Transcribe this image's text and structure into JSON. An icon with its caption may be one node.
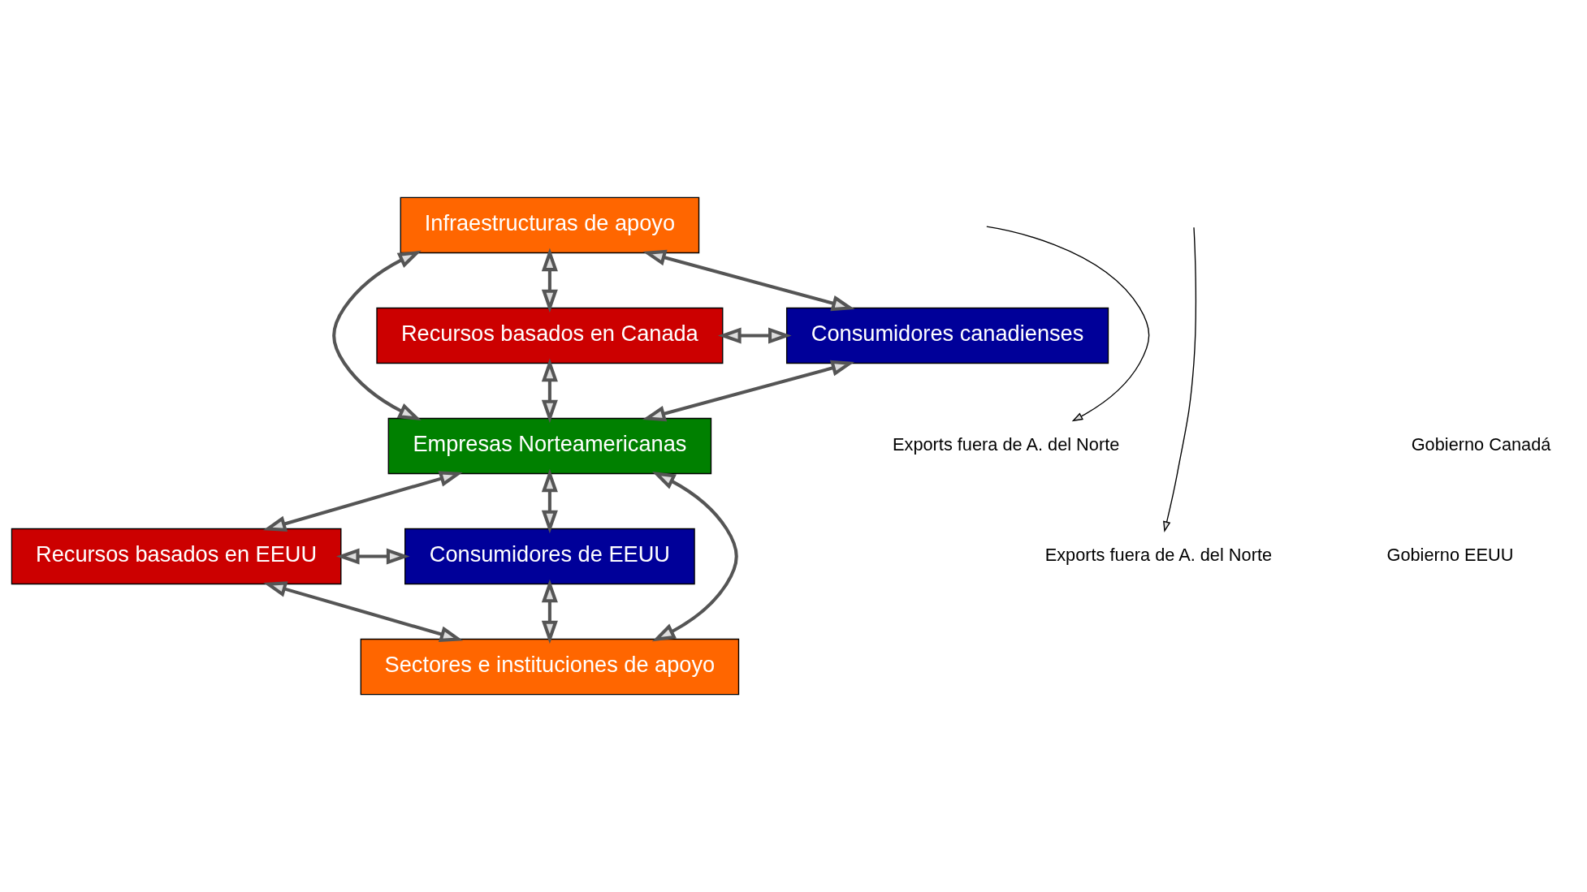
{
  "diagram": {
    "nodes": [
      {
        "text": [
          "Infraestructuras de apoyo"
        ]
      },
      {
        "text": [
          "Recursos basados en Canada"
        ]
      },
      {
        "text": [
          "Consumidores canadienses"
        ]
      },
      {
        "text": [
          "Empresas Norteamericanas"
        ]
      },
      {
        "text": [
          "Recursos basados en EEUU"
        ]
      },
      {
        "text": [
          "Consumidores de EEUU"
        ]
      },
      {
        "text": [
          "Sectores e instituciones de apoyo"
        ]
      },
      {
        "text": [
          "Exports fuera de A. del Norte"
        ]
      },
      {
        "text": [
          "Exports fuera de A. del Norte"
        ]
      }
    ],
    "edges": [
      {
        "from": 1,
        "to": 0,
        "arrow": "both"
      },
      {
        "from": 0,
        "to": 2,
        "arrow": "both"
      },
      {
        "from": 0,
        "to": 3,
        "arrow": "both"
      },
      {
        "from": 1,
        "to": 2,
        "arrow": "both"
      },
      {
        "from": 1,
        "to": 3,
        "arrow": "both"
      },
      {
        "from": 2,
        "to": 3,
        "arrow": "both"
      },
      {
        "from": null,
        "to": 7,
        "arrow": "to"
      },
      {
        "from": null,
        "to": 8,
        "arrow": "to"
      },
      {
        "from": 3,
        "to": 4,
        "arrow": "both"
      },
      {
        "from": 3,
        "to": 5,
        "arrow": "both"
      },
      {
        "from": 3,
        "to": 6,
        "arrow": "both"
      },
      {
        "from": 4,
        "to": 5,
        "arrow": "both"
      },
      {
        "from": 4,
        "to": 6,
        "arrow": "both"
      },
      {
        "from": 6,
        "to": 5,
        "arrow": "both"
      }
    ],
    "labels": [
      "Gobierno Canadá",
      "Gobierno EEUU"
    ]
  }
}
